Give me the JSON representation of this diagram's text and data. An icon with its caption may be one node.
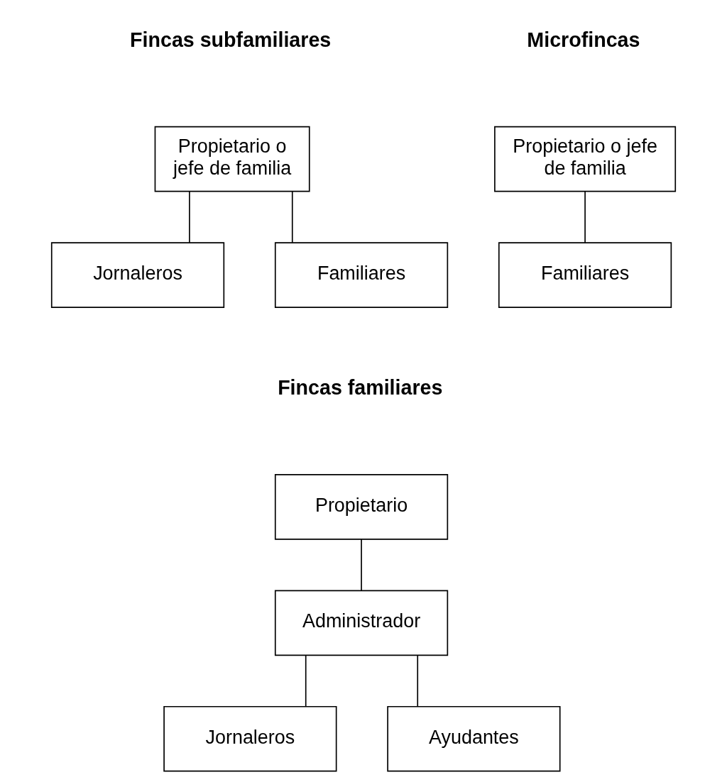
{
  "diagram": {
    "nodes": [
      {
        "text": [
          "Propietario o jefe de familia"
        ]
      },
      {
        "text": [
          "Familiares"
        ]
      },
      {
        "text": [
          "Propietario o jefe de familia"
        ]
      },
      {
        "text": [
          "Jornaleros"
        ]
      },
      {
        "text": [
          "Familiares"
        ]
      },
      {
        "text": [
          "Propietario"
        ]
      },
      {
        "text": [
          "Administrador"
        ]
      },
      {
        "text": [
          "Jornaleros"
        ]
      },
      {
        "text": [
          "Ayudantes"
        ]
      }
    ],
    "edges": [
      {
        "from": 0,
        "to": 1,
        "arrow": "none"
      },
      {
        "from": 2,
        "to": 3,
        "arrow": "none"
      },
      {
        "from": 2,
        "to": 4,
        "arrow": "none"
      },
      {
        "from": 5,
        "to": 6,
        "arrow": "none"
      },
      {
        "from": 6,
        "to": 7,
        "arrow": "none"
      },
      {
        "from": 6,
        "to": 8,
        "arrow": "none"
      }
    ],
    "labels": [
      "Microfincas",
      "Fincas subfamiliares",
      "Fincas familiares"
    ]
  }
}
